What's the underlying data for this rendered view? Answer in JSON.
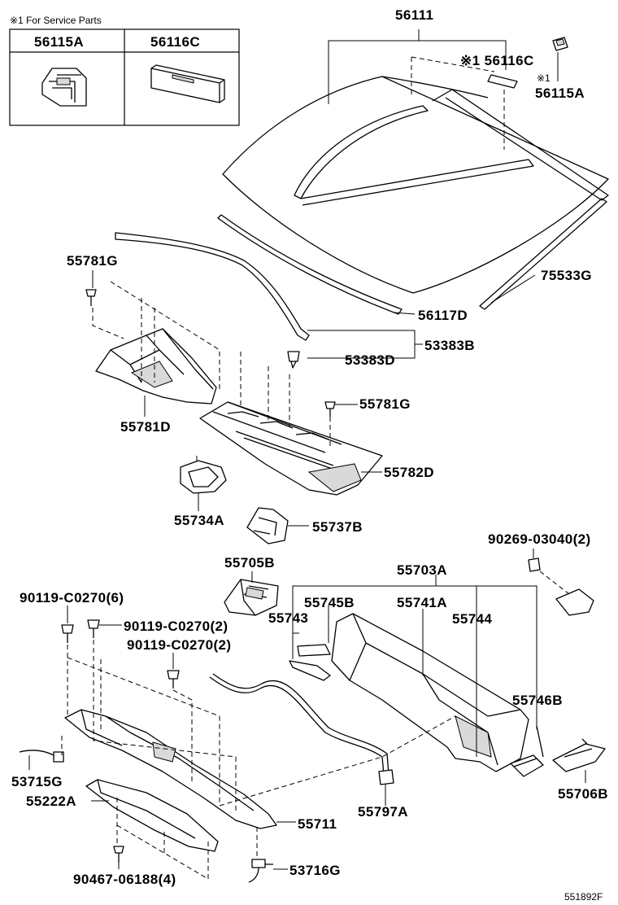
{
  "service_box": {
    "note": "※1 For Service Parts",
    "col1": "56115A",
    "col2": "56116C"
  },
  "labels": {
    "l56111": "56111",
    "l56116C": "※1 56116C",
    "l_note1": "※1",
    "l56115A": "56115A",
    "l75533G": "75533G",
    "l56117D": "56117D",
    "l55781G_a": "55781G",
    "l53383B": "53383B",
    "l53383D": "53383D",
    "l55781G_b": "55781G",
    "l55781D": "55781D",
    "l55782D": "55782D",
    "l55734A": "55734A",
    "l55737B": "55737B",
    "l90269": "90269-03040(2)",
    "l55705B": "55705B",
    "l55703A": "55703A",
    "l90119_6": "90119-C0270(6)",
    "l55745B": "55745B",
    "l55741A": "55741A",
    "l55743": "55743",
    "l55744": "55744",
    "l90119_2a": "90119-C0270(2)",
    "l90119_2b": "90119-C0270(2)",
    "l55746B": "55746B",
    "l53715G": "53715G",
    "l55706B": "55706B",
    "l55222A": "55222A",
    "l55797A": "55797A",
    "l55711": "55711",
    "l90467": "90467-06188(4)",
    "l53716G": "53716G",
    "figure_code": "551892F"
  }
}
